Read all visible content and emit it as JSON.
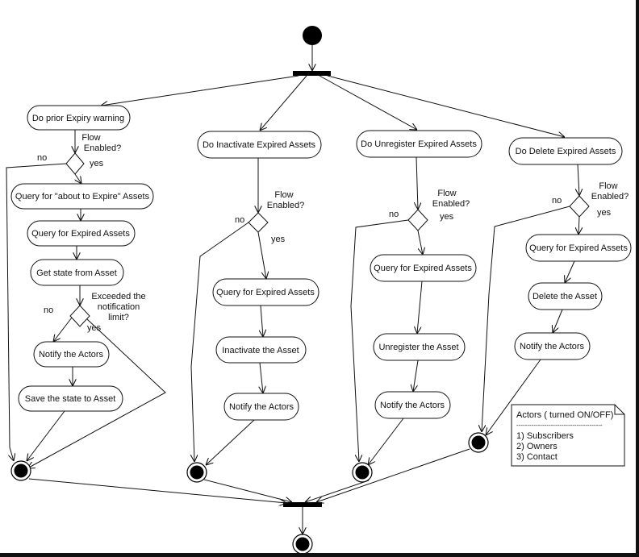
{
  "actions": {
    "a1": "Do prior Expiry warning",
    "a2": "Query for \"about to Expire\" Assets",
    "a3": "Query for Expired Assets",
    "a4": "Get state from Asset",
    "a5": "Notify the Actors",
    "a6": "Save the state to Asset",
    "b1": "Do Inactivate Expired Assets",
    "b2": "Query for Expired Assets",
    "b3": "Inactivate the Asset",
    "b4": "Notify the Actors",
    "c1": "Do Unregister Expired Assets",
    "c2": "Query for Expired Assets",
    "c3": "Unregister the Asset",
    "c4": "Notify the Actors",
    "d1": "Do Delete Expired Assets",
    "d2": "Query for Expired Assets",
    "d3": "Delete the Asset",
    "d4": "Notify the Actors"
  },
  "guards": {
    "flow_enabled_line1": "Flow",
    "flow_enabled_line2": "Enabled?",
    "exceeded_line1": "Exceeded the",
    "exceeded_line2": "notification",
    "exceeded_line3": "limit?",
    "yes": "yes",
    "no": "no"
  },
  "note": {
    "title": "Actors ( turned ON/OFF)",
    "separator": "----------------------------------------",
    "items": [
      "1) Subscribers",
      "2) Owners",
      "3) Contact"
    ]
  }
}
